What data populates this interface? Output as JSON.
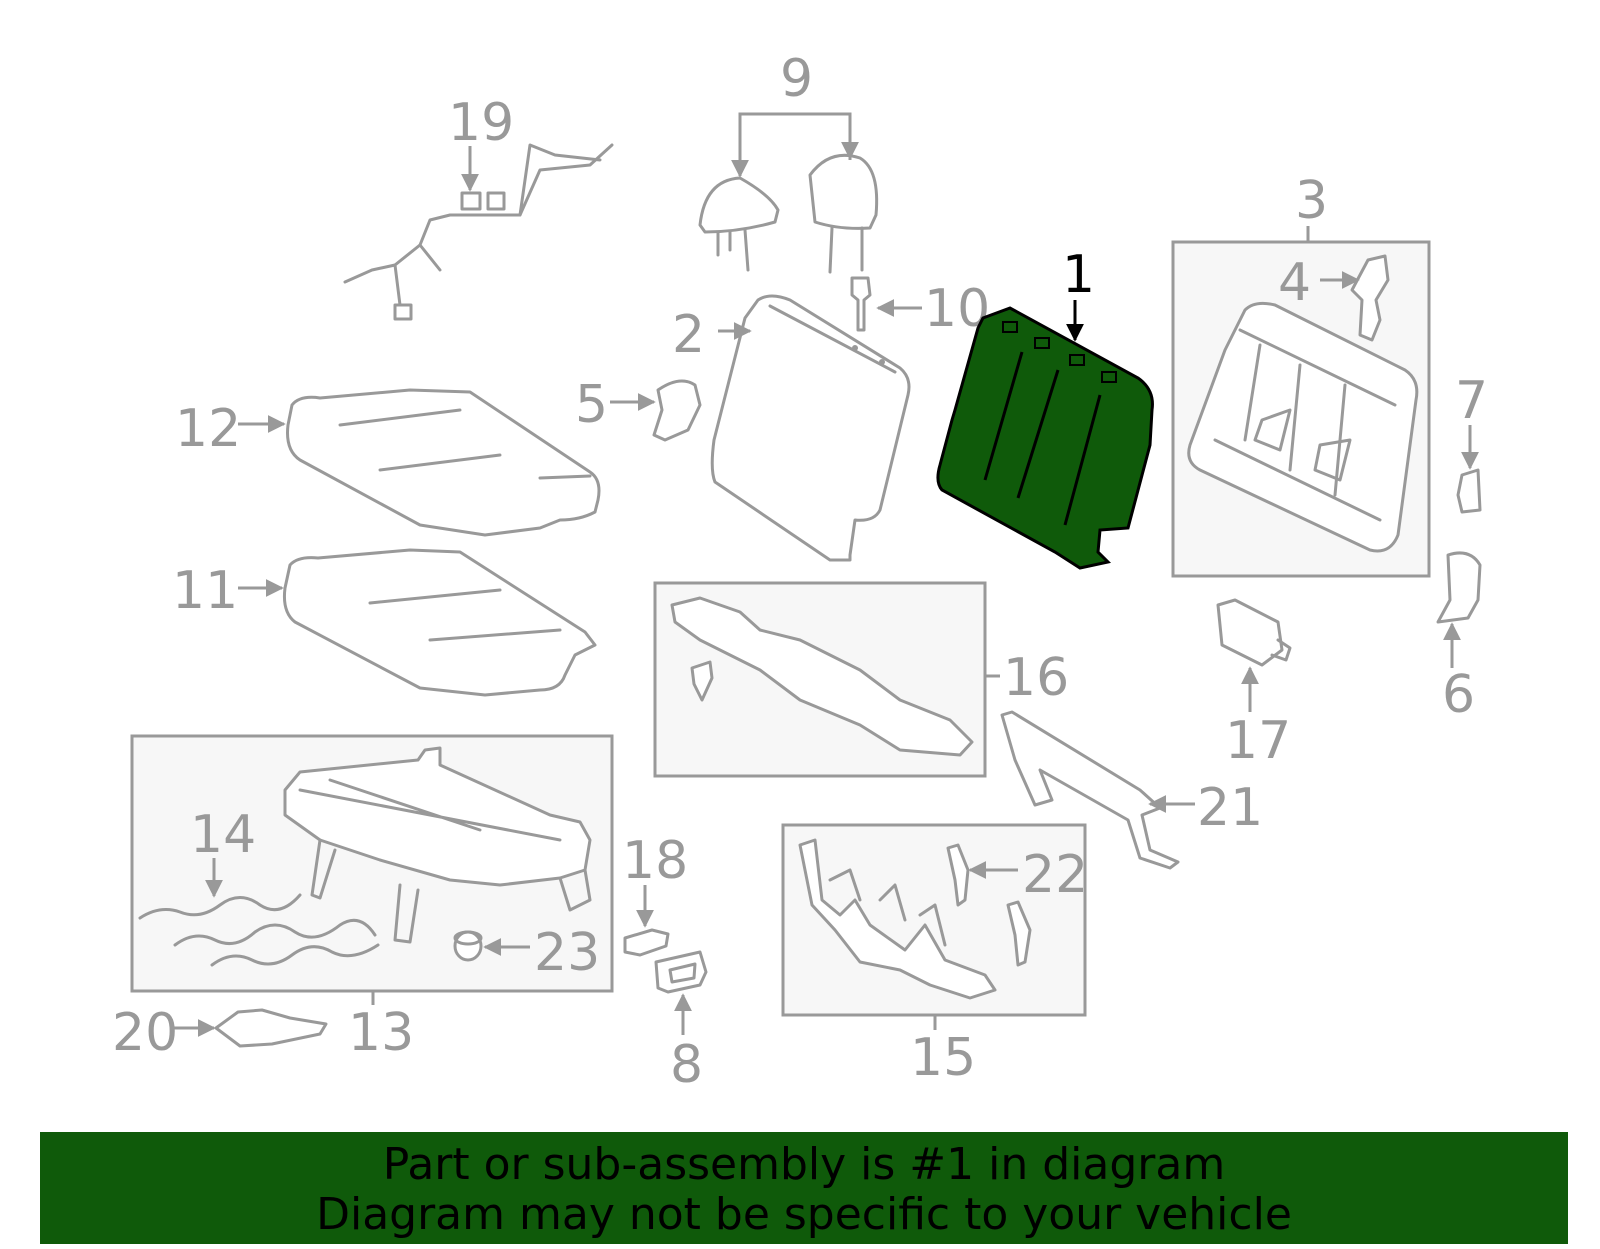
{
  "diagram": {
    "highlight_color": "#0f5a0a",
    "highlighted_part": "1",
    "callouts": {
      "c1": "1",
      "c2": "2",
      "c3": "3",
      "c4": "4",
      "c5": "5",
      "c6": "6",
      "c7": "7",
      "c8": "8",
      "c9": "9",
      "c10": "10",
      "c11": "11",
      "c12": "12",
      "c13": "13",
      "c14": "14",
      "c15": "15",
      "c16": "16",
      "c17": "17",
      "c18": "18",
      "c19": "19",
      "c20": "20",
      "c21": "21",
      "c22": "22",
      "c23": "23"
    }
  },
  "banner": {
    "line1": "Part or sub-assembly is #1 in diagram",
    "line2": "Diagram may not be specific to your vehicle",
    "background": "#0f5a0a"
  }
}
